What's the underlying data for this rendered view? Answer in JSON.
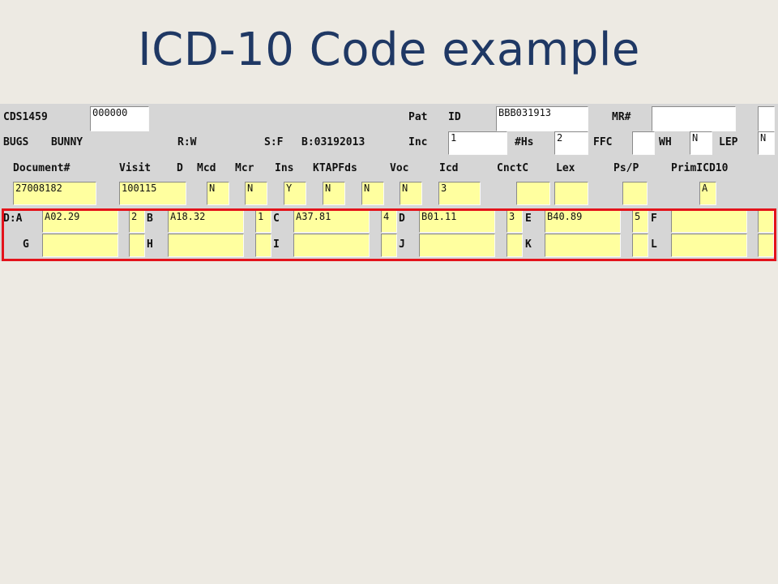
{
  "slide": {
    "title": "ICD-10 Code example"
  },
  "header": {
    "screen_id": "CDS1459",
    "screen_code": "000000",
    "pat_label": "Pat",
    "id_label": "ID",
    "id_value": "BBB031913",
    "mr_label": "MR#",
    "mr_value": "",
    "first_name": "BUGS",
    "last_name": "BUNNY",
    "race": "R:W",
    "sex": "S:F",
    "birth": "B:03192013",
    "inc_label": "Inc",
    "inc_value": "1",
    "hs_label": "#Hs",
    "hs_value": "2",
    "ffc_label": "FFC",
    "ffc_value": "",
    "wh_label": "WH",
    "wh_value": "N",
    "lep_label": "LEP",
    "lep_value": "N"
  },
  "columns": {
    "document_label": "Document#",
    "document_value": "27008182",
    "visit_label": "Visit",
    "visit_value": "100115",
    "d_label": "D",
    "d_value": "N",
    "mcd_label": "Mcd",
    "mcd_value": "N",
    "mcr_label": "Mcr",
    "ins_label": "Ins",
    "ins_value": "Y",
    "ktapfds_label": "KTAPFds",
    "ktapfds_value_1": "N",
    "ktapfds_value_2": "N",
    "voc_label": "Voc",
    "voc_value": "N",
    "icd_label": "Icd",
    "icd_value": "3",
    "cnctc_label": "CnctC",
    "cnctc_value": "",
    "lex_label": "Lex",
    "lex_value": "",
    "psp_label": "Ps/P",
    "psp_value": "",
    "primicd10_label": "PrimICD10",
    "primicd10_value": "A"
  },
  "diagnoses": {
    "row1": [
      {
        "label": "D:A",
        "code": "A02.29",
        "priority": "2"
      },
      {
        "label": "B",
        "code": "A18.32",
        "priority": "1"
      },
      {
        "label": "C",
        "code": "A37.81",
        "priority": "4"
      },
      {
        "label": "D",
        "code": "B01.11",
        "priority": "3"
      },
      {
        "label": "E",
        "code": "B40.89",
        "priority": "5"
      },
      {
        "label": "F",
        "code": "",
        "priority": ""
      }
    ],
    "row2": [
      {
        "label": "G",
        "code": "",
        "priority": ""
      },
      {
        "label": "H",
        "code": "",
        "priority": ""
      },
      {
        "label": "I",
        "code": "",
        "priority": ""
      },
      {
        "label": "J",
        "code": "",
        "priority": ""
      },
      {
        "label": "K",
        "code": "",
        "priority": ""
      },
      {
        "label": "L",
        "code": "",
        "priority": ""
      }
    ]
  },
  "colors": {
    "highlight_border": "#e3131b",
    "field_yellow": "#ffff9f",
    "title": "#1f3864"
  }
}
